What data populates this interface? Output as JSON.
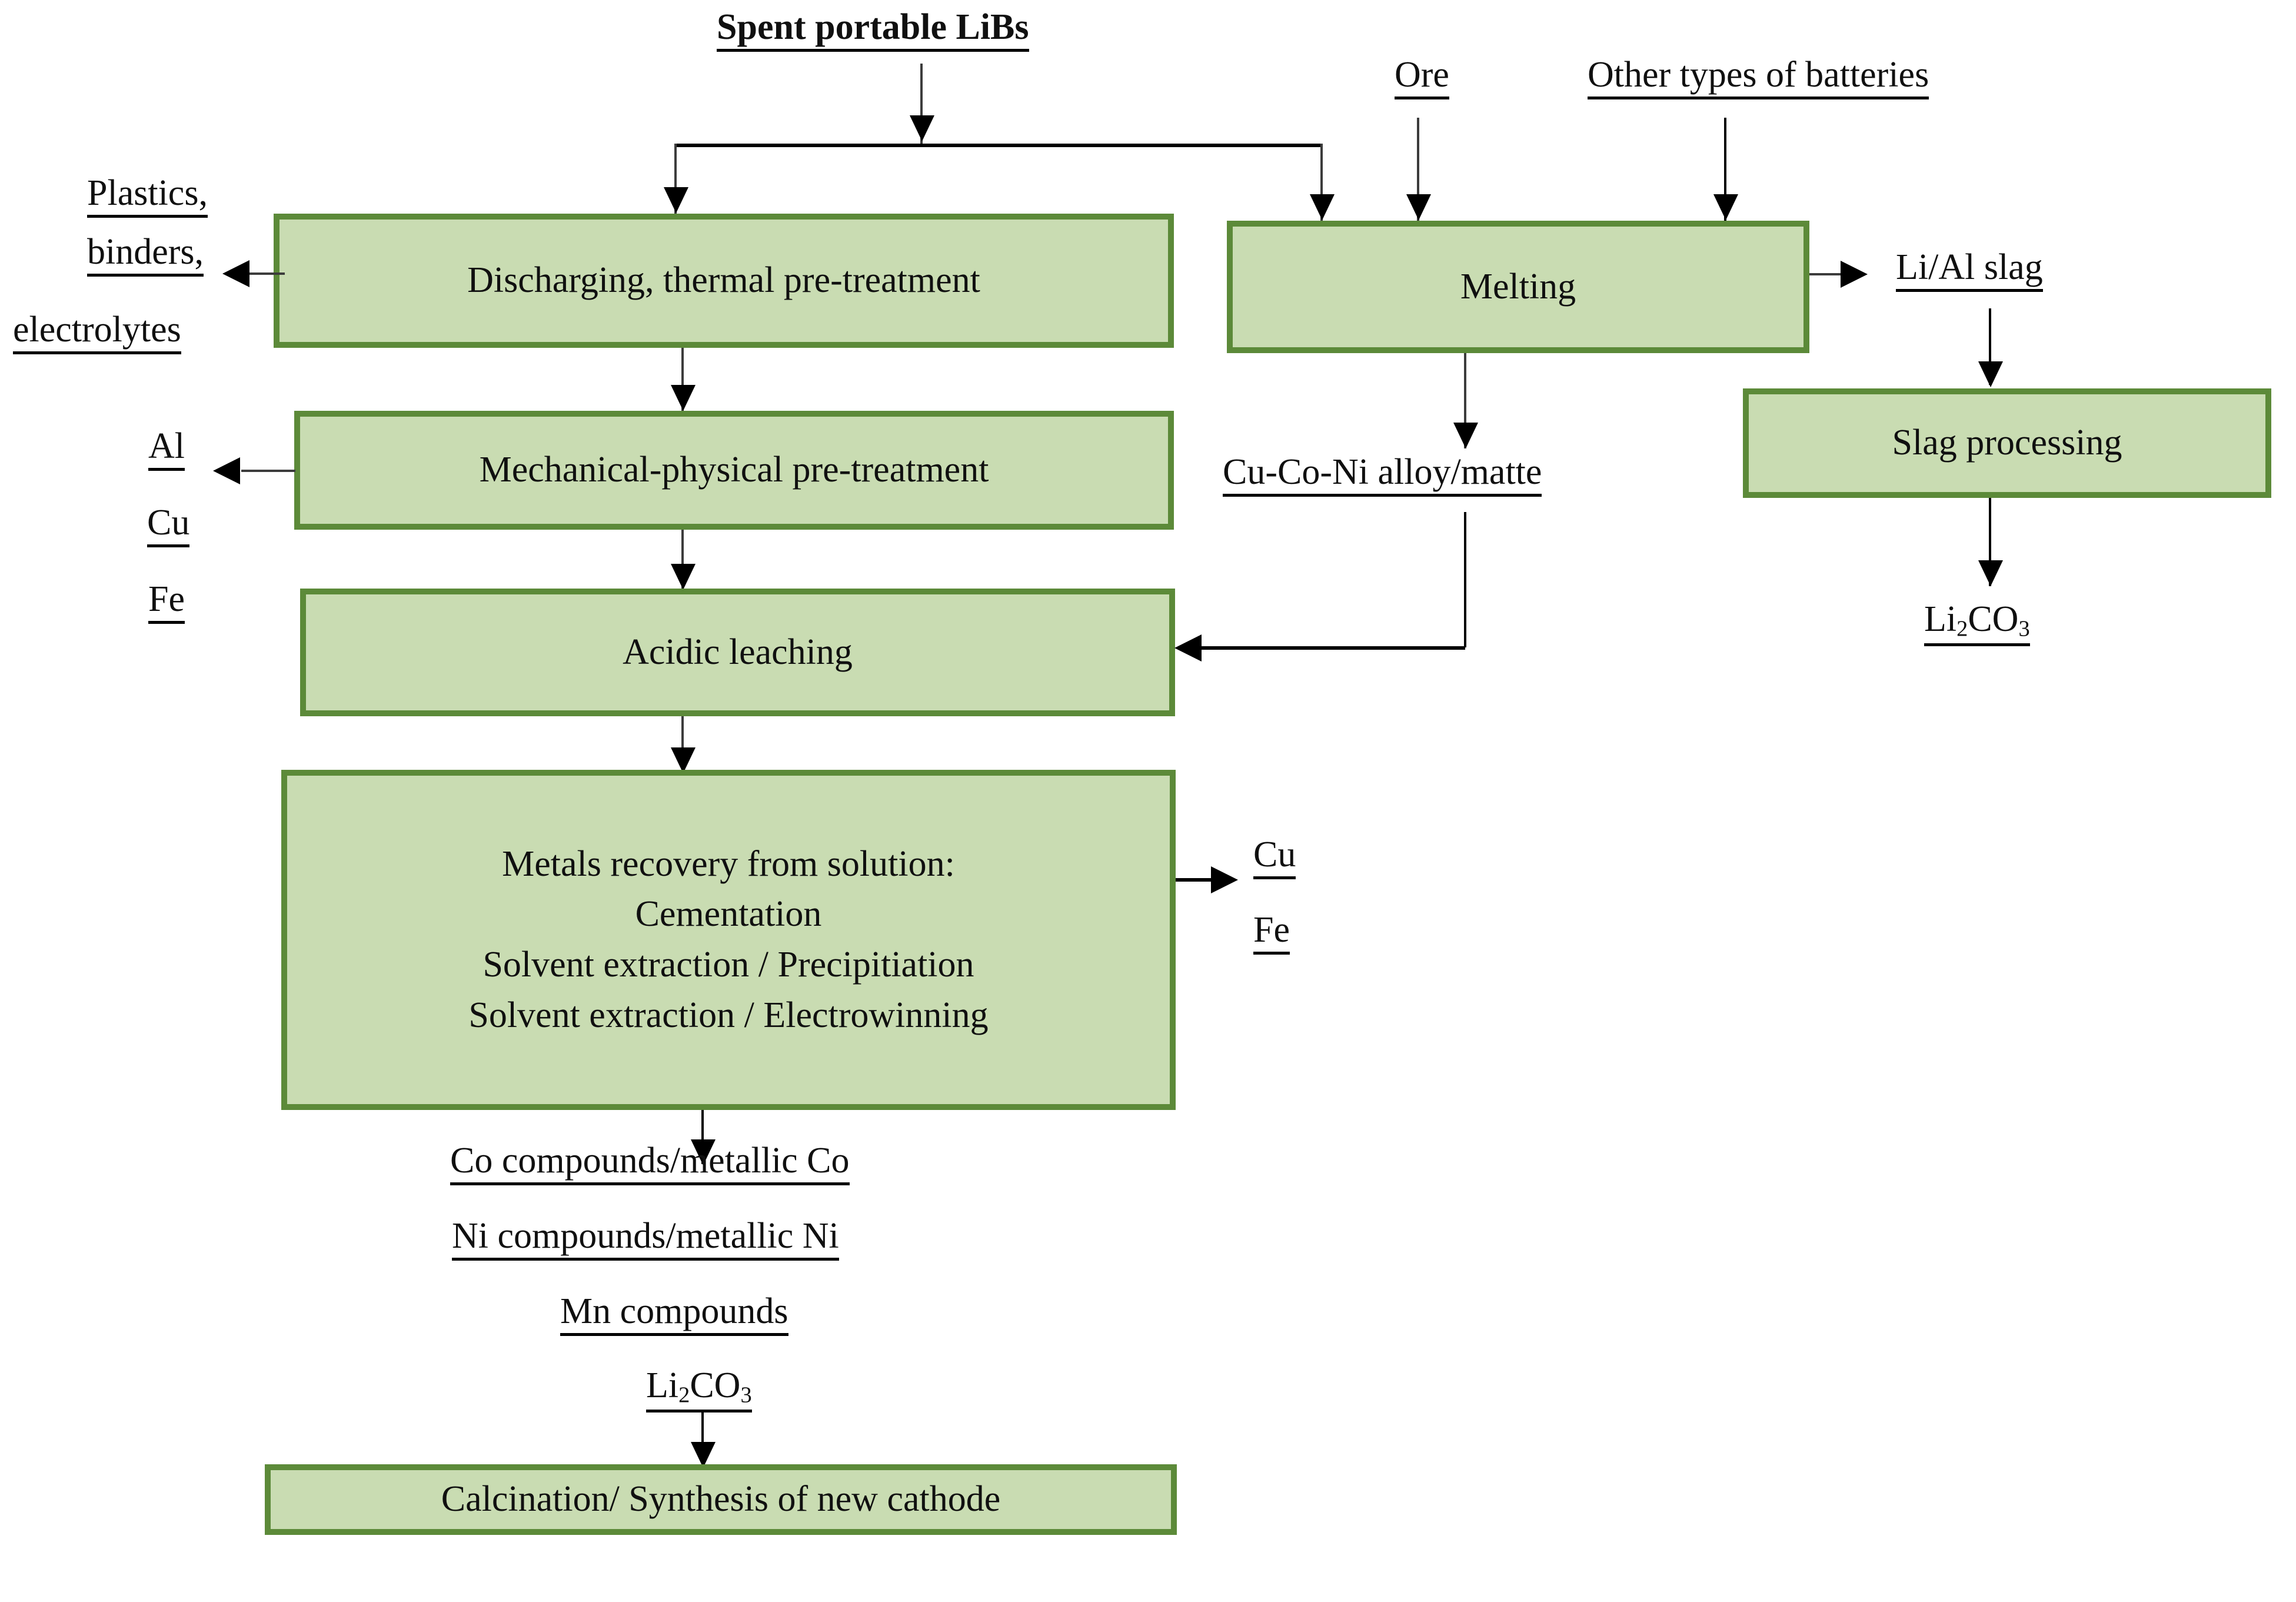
{
  "diagram": {
    "title": "Spent portable LiBs recycling flowsheet",
    "colors": {
      "box_fill": "#c9dcb2",
      "box_border": "#5c8a39",
      "connector": "#3c3c3c",
      "text": "#101010"
    },
    "process_boxes": [
      {
        "id": "discharging",
        "label": "Discharging, thermal pre-treatment"
      },
      {
        "id": "melting",
        "label": "Melting"
      },
      {
        "id": "slag",
        "label": "Slag processing"
      },
      {
        "id": "mechanical",
        "label": "Mechanical-physical pre-treatment"
      },
      {
        "id": "leaching",
        "label": "Acidic leaching"
      },
      {
        "id": "recovery",
        "lines": [
          "Metals recovery from solution:",
          "Cementation",
          "Solvent extraction / Precipitiation",
          "Solvent extraction / Electrowinning"
        ]
      },
      {
        "id": "calcination",
        "label": "Calcination/ Synthesis of new cathode"
      }
    ],
    "inputs": {
      "spent_libs": "Spent portable LiBs",
      "ore": "Ore",
      "other_batteries": "Other types of batteries"
    },
    "outputs": {
      "plastics": "Plastics,",
      "binders": "binders,",
      "electrolytes": "electrolytes",
      "al": "Al",
      "cu_left": "Cu",
      "fe_left": "Fe",
      "li_al_slag": "Li/Al slag",
      "li2co3_slag": "Li",
      "li2co3_slag_sub": "2",
      "li2co3_slag_tail": "CO",
      "li2co3_slag_sub2": "3",
      "cu_co_ni": "Cu-Co-Ni alloy/matte",
      "cu_right": "Cu",
      "fe_right": "Fe",
      "co_compounds": "Co compounds/metallic Co",
      "ni_compounds": "Ni compounds/metallic Ni",
      "mn_compounds": "Mn compounds"
    }
  }
}
